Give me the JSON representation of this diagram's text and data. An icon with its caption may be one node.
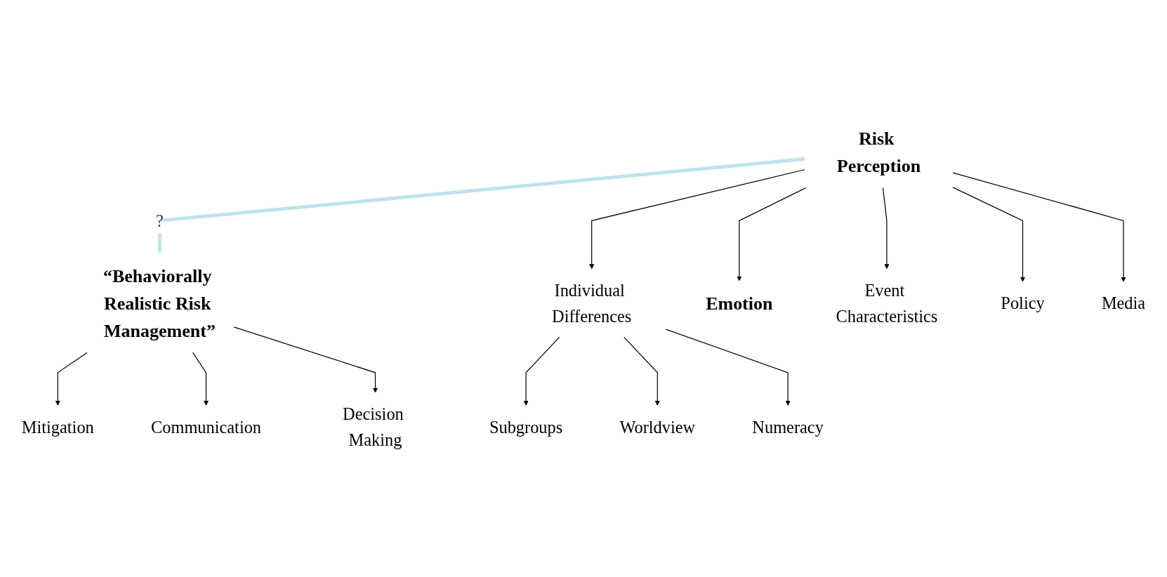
{
  "diagram": {
    "nodes": [
      {
        "text": [
          "Risk Perception"
        ]
      },
      {
        "text": [
          "“Behaviorally Realistic Risk Management”"
        ]
      },
      {
        "text": [
          "Individual Differences"
        ]
      },
      {
        "text": [
          "Emotion"
        ]
      },
      {
        "text": [
          "Event Characteristics"
        ]
      },
      {
        "text": [
          "Policy"
        ]
      },
      {
        "text": [
          "Media"
        ]
      },
      {
        "text": [
          "Subgroups"
        ]
      },
      {
        "text": [
          "Worldview"
        ]
      },
      {
        "text": [
          "Numeracy"
        ]
      },
      {
        "text": [
          "Mitigation"
        ]
      },
      {
        "text": [
          "Communication"
        ]
      },
      {
        "text": [
          "Decision Making"
        ]
      }
    ],
    "edges": [
      {
        "from": 0,
        "to": 1,
        "arrow": "to",
        "label": "?",
        "style": "thick",
        "color": "#bfe3ea"
      },
      {
        "from": 0,
        "to": 2,
        "arrow": "to"
      },
      {
        "from": 0,
        "to": 3,
        "arrow": "to"
      },
      {
        "from": 0,
        "to": 4,
        "arrow": "to"
      },
      {
        "from": 0,
        "to": 5,
        "arrow": "to"
      },
      {
        "from": 0,
        "to": 6,
        "arrow": "to"
      },
      {
        "from": 2,
        "to": 7,
        "arrow": "to"
      },
      {
        "from": 2,
        "to": 8,
        "arrow": "to"
      },
      {
        "from": 2,
        "to": 9,
        "arrow": "to"
      },
      {
        "from": 1,
        "to": 10,
        "arrow": "to"
      },
      {
        "from": 1,
        "to": 11,
        "arrow": "to"
      },
      {
        "from": 1,
        "to": 12,
        "arrow": "to"
      }
    ]
  }
}
